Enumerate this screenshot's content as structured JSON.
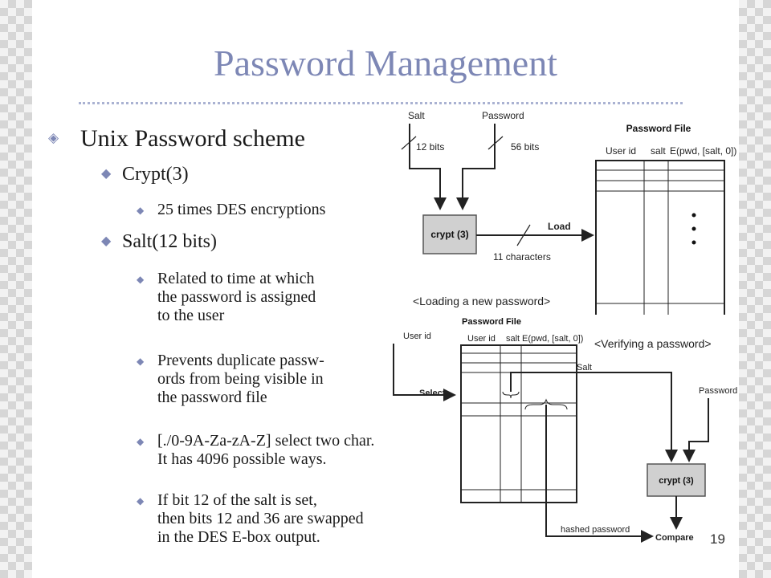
{
  "slide": {
    "title": "Password Management",
    "page_number": "19",
    "bullets": {
      "level1": "Unix Password scheme",
      "crypt": "Crypt(3)",
      "des": "25 times DES encryptions",
      "salt": "Salt(12 bits)",
      "related": "Related to time at which\nthe password is assigned\nto the user",
      "prevents": "Prevents duplicate passw-\nords from being visible in\nthe password file",
      "select": "[./0-9A-Za-zA-Z] select two char.\nIt has 4096 possible ways.",
      "swap": "If bit 12 of the salt is set,\nthen bits 12 and 36 are swapped\nin the DES E-box output."
    },
    "captions": {
      "loading": "<Loading a new password>",
      "verifying": "<Verifying a password>"
    }
  },
  "diagram1": {
    "salt": "Salt",
    "password": "Password",
    "bits12": "12 bits",
    "bits56": "56 bits",
    "password_file": "Password File",
    "user_id": "User id",
    "salt_col": "salt",
    "epwd": "E(pwd, [salt, 0])",
    "crypt": "crypt (3)",
    "load": "Load",
    "chars": "11 characters"
  },
  "diagram2": {
    "password_file": "Password File",
    "user_id_left": "User id",
    "user_id": "User id",
    "salt_col": "salt",
    "epwd": "E(pwd, [salt, 0])",
    "select": "Select",
    "salt": "Salt",
    "password": "Password",
    "crypt": "crypt (3)",
    "hashed": "hashed password",
    "compare": "Compare"
  }
}
